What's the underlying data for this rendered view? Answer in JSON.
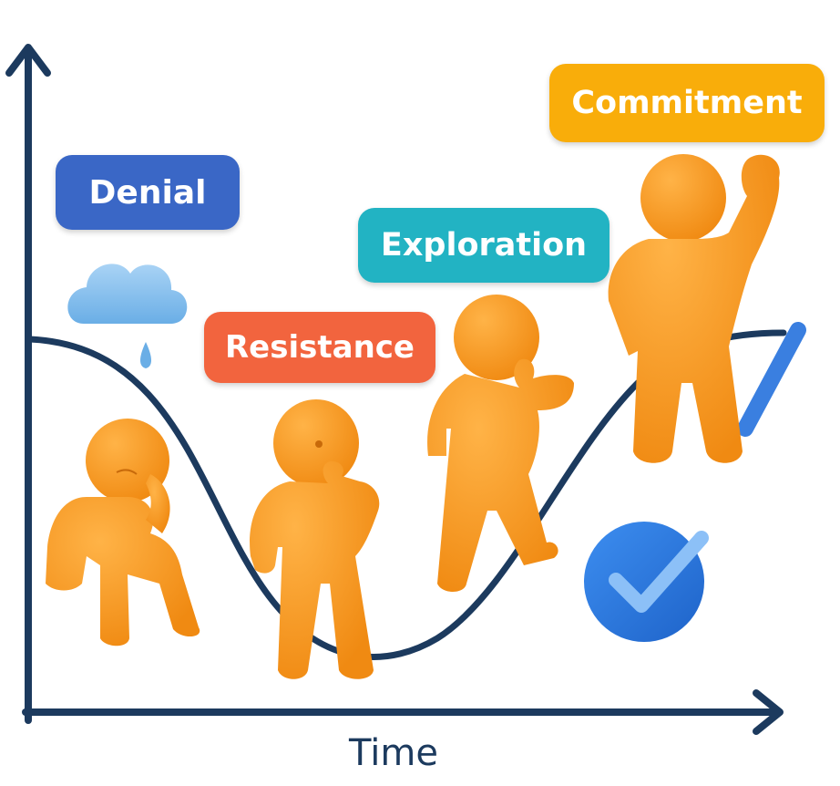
{
  "diagram": {
    "stages": [
      {
        "id": "denial",
        "label": "Denial",
        "color": "#3a67c6"
      },
      {
        "id": "resistance",
        "label": "Resistance",
        "color": "#f2643e"
      },
      {
        "id": "exploration",
        "label": "Exploration",
        "color": "#22b3c3"
      },
      {
        "id": "commitment",
        "label": "Commitment",
        "color": "#f9ad0a"
      }
    ],
    "x_axis_label": "Time",
    "colors": {
      "axis": "#1c3a5e",
      "curve": "#1c3a5e",
      "figure": "#f7931e",
      "cloud": "#7fb8e8",
      "check": "#2f7fe0"
    },
    "icons": [
      "rain-cloud-icon",
      "checkmark-badge-icon",
      "checkmark-icon"
    ]
  }
}
